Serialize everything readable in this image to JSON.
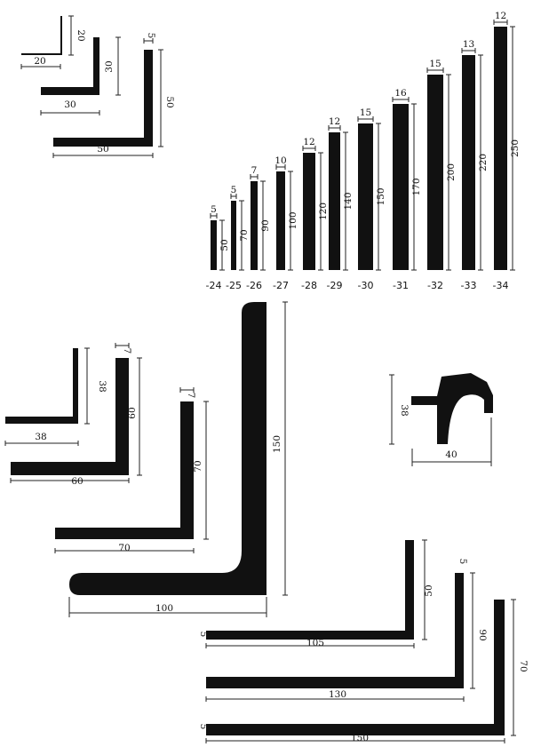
{
  "top_angles": [
    {
      "leg_v": "20",
      "leg_h": "20"
    },
    {
      "leg_v": "30",
      "leg_h": "30"
    },
    {
      "leg_v": "50",
      "leg_h": "50",
      "thickness": "5"
    }
  ],
  "flat_bars": [
    {
      "label": "-24",
      "thickness": "5",
      "height": "50"
    },
    {
      "label": "-25",
      "thickness": "5",
      "height": "70"
    },
    {
      "label": "-26",
      "thickness": "7",
      "height": "90"
    },
    {
      "label": "-27",
      "thickness": "10",
      "height": "100"
    },
    {
      "label": "-28",
      "thickness": "12",
      "height": "120"
    },
    {
      "label": "-29",
      "thickness": "12",
      "height": "140"
    },
    {
      "label": "-30",
      "thickness": "15",
      "height": "150"
    },
    {
      "label": "-31",
      "thickness": "16",
      "height": "170"
    },
    {
      "label": "-32",
      "thickness": "15",
      "height": "200"
    },
    {
      "label": "-33",
      "thickness": "13",
      "height": "220"
    },
    {
      "label": "-34",
      "thickness": "12",
      "height": "250"
    }
  ],
  "mid_angles": [
    {
      "leg_v": "38",
      "leg_h": "38"
    },
    {
      "leg_v": "60",
      "leg_h": "60",
      "thickness": "7"
    },
    {
      "leg_v": "70",
      "leg_h": "70",
      "thickness": "7"
    },
    {
      "leg_v": "150",
      "leg_h": "100"
    }
  ],
  "special_profile": {
    "height": "38",
    "width": "40"
  },
  "bottom_angles": [
    {
      "leg_v": "50",
      "leg_h": "105",
      "thickness": "5"
    },
    {
      "leg_v": "90",
      "leg_h": "130",
      "thickness": "5"
    },
    {
      "leg_v": "70",
      "leg_h": "150",
      "thickness": "5"
    }
  ]
}
